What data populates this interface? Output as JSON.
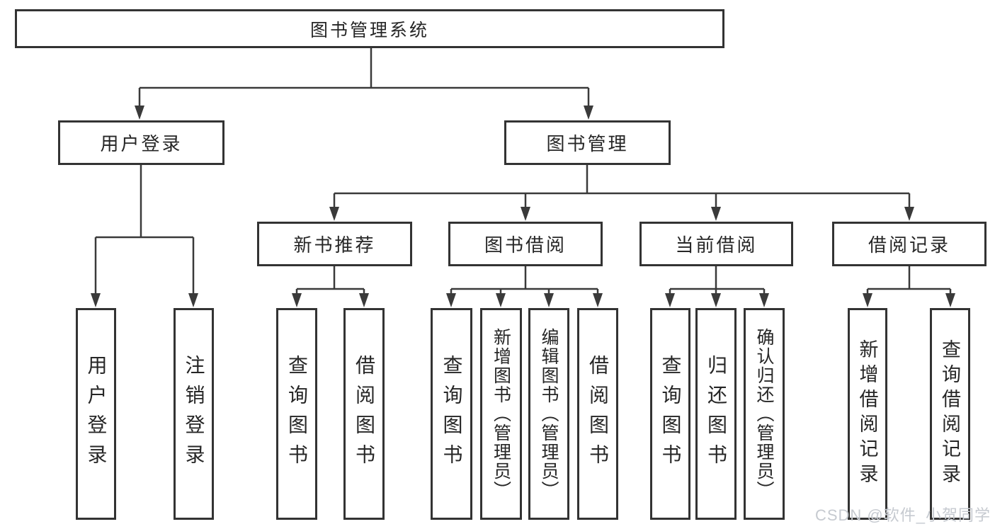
{
  "diagram": {
    "root": {
      "label": "图书管理系统"
    },
    "branches": [
      {
        "label": "用户登录"
      },
      {
        "label": "图书管理"
      }
    ],
    "modules": [
      {
        "label": "新书推荐"
      },
      {
        "label": "图书借阅"
      },
      {
        "label": "当前借阅"
      },
      {
        "label": "借阅记录"
      }
    ],
    "leaves": [
      {
        "label": "用户登录",
        "parent": "用户登录"
      },
      {
        "label": "注销登录",
        "parent": "用户登录"
      },
      {
        "label": "查询图书",
        "parent": "新书推荐"
      },
      {
        "label": "借阅图书",
        "parent": "新书推荐"
      },
      {
        "label": "查询图书",
        "parent": "图书借阅"
      },
      {
        "label": "新增图书（管理员）",
        "parent": "图书借阅"
      },
      {
        "label": "编辑图书（管理员）",
        "parent": "图书借阅"
      },
      {
        "label": "借阅图书",
        "parent": "图书借阅"
      },
      {
        "label": "查询图书",
        "parent": "当前借阅"
      },
      {
        "label": "归还图书",
        "parent": "当前借阅"
      },
      {
        "label": "确认归还（管理员）",
        "parent": "当前借阅"
      },
      {
        "label": "新增借阅记录",
        "parent": "借阅记录"
      },
      {
        "label": "查询借阅记录",
        "parent": "借阅记录"
      }
    ]
  },
  "watermark": {
    "text": "CSDN @软件_小贺同学"
  },
  "colors": {
    "line": "#3a3a3a",
    "box_border": "#333333",
    "text": "#262626",
    "background": "#ffffff",
    "watermark": "#c6cad0"
  }
}
